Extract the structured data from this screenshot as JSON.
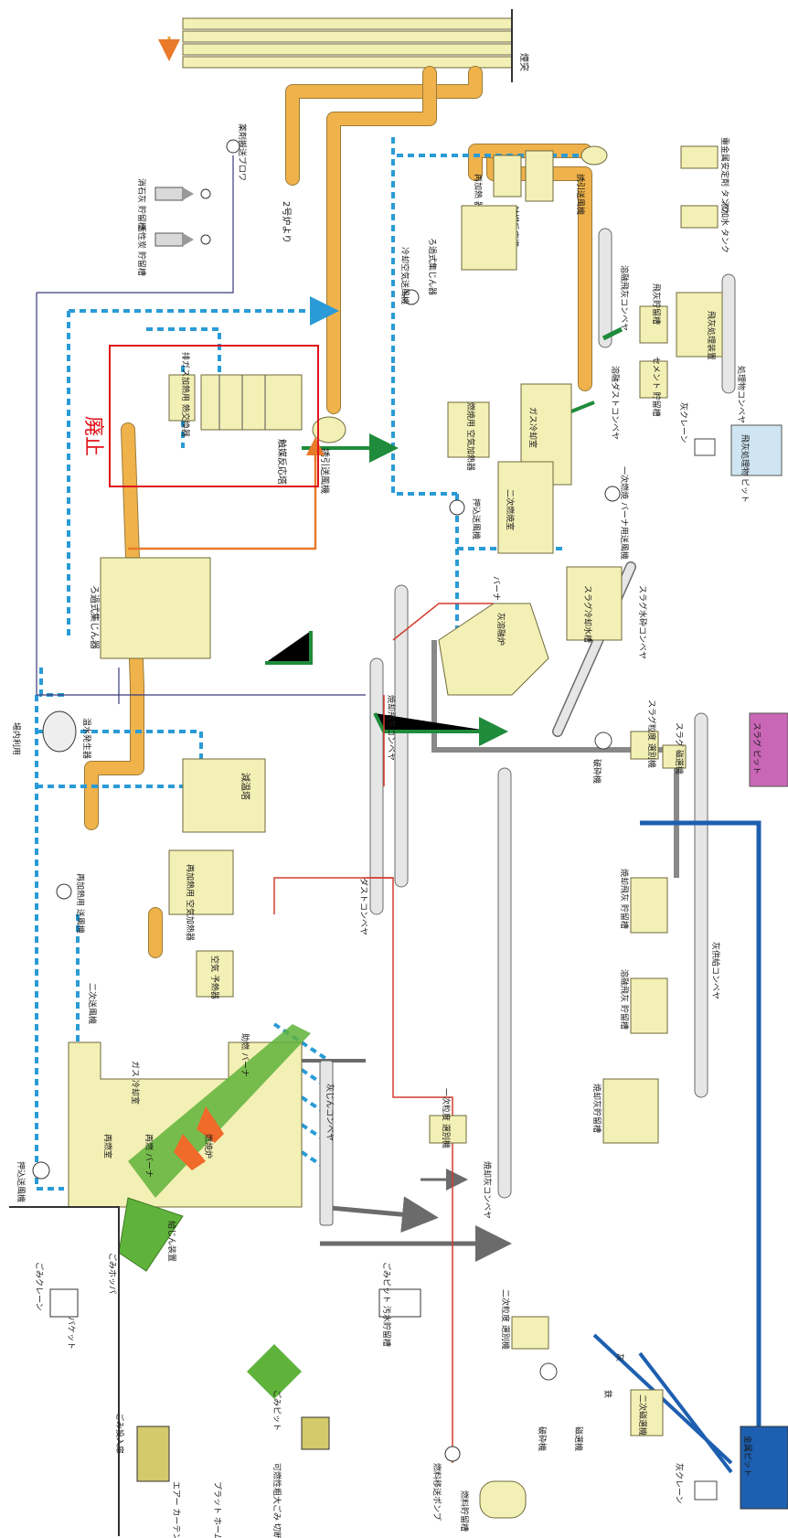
{
  "note": {
    "text": "廃止",
    "color": "#e0131a"
  },
  "colors": {
    "gas_pipe": "#f0b24a",
    "air_dashed": "#2a9bd6",
    "equipment": "#f3f0b6",
    "dust_line": "#1f8b3b",
    "water_line": "#1d5fb0",
    "ash_line": "#6b6b6b",
    "fuel_line": "#d33b2f",
    "slag_pit": "#c966b5",
    "flame": "#f06a2a",
    "waste": "#5fb33a"
  },
  "labels": {
    "chimney": "煙突",
    "from_no2": "2号炉より",
    "catalyst_reactor": "触媒反応塔",
    "induced_fan": "誘引送風機",
    "reheater": "再加熱 器",
    "cooling_air_fan": "冷却空気送風機",
    "bag_filter": "ろ過式集じん器",
    "chem_blower": "薬剤搬送ブロワ",
    "activated_carbon_silo": "活性炭 貯留槽",
    "slaked_lime_silo": "消石灰 貯留槽",
    "exhaust_hx": "排ガス加熱用 熱交換器",
    "plant_use": "場内利用",
    "hot_water_gen": "温水発生器",
    "reheat_air_heater": "再加熱用 空気加熱器",
    "reheat_fan": "再加熱用 送風機",
    "cooling_tower": "減温塔",
    "dust_conveyor": "ダストコンベヤ",
    "fly_ash_conveyor": "焼却飛灰コンベヤ",
    "air_preheater": "空気 予熱器",
    "secondary_fan": "二次送風機",
    "gas_cooling_room": "ガス 冷却室",
    "reburn_burner": "再燃 バーナ",
    "reburn_room": "再燃室",
    "stoker": "燃焼炉",
    "aux_burner": "助燃 バーナ",
    "feeder": "給じん装置",
    "ash_conveyor": "灰じんコンベヤ",
    "push_fan": "押込送風機",
    "waste_hopper": "ごみホッパ",
    "waste_crane": "ごみクレーン",
    "bucket": "バケット",
    "waste_pit": "ごみピット",
    "pit_sewage": "ごみピット 汚水貯留槽",
    "waste_entrance": "ごみ投入扉",
    "air_curtain": "エアー カーテン",
    "platform": "プラット ホーム",
    "bulky_shredder": "可燃性粗大ごみ 切断機",
    "fuel_pump": "燃料移送ポンプ",
    "fuel_tank": "燃料貯留槽",
    "primary_sorter": "一次粒度 選別機",
    "incin_ash_conveyor": "焼却灰コンベヤ",
    "secondary_sorter": "二次粒度 選別機",
    "crusher": "破砕機",
    "magnetic_sep": "磁選機",
    "iron": "鉄",
    "ash": "灰",
    "second_mag": "二次磁選機",
    "metal_pit": "金属ピット",
    "ash_crane": "灰クレーン",
    "incin_ash_silo": "焼却灰貯留槽",
    "melt_fly_silo": "溶融飛灰 貯留槽",
    "incin_fly_silo": "焼却飛灰 貯留槽",
    "ash_feed_conveyor": "灰供給コンベヤ",
    "crusher2": "破砕機",
    "slag_sorter": "スラグ粒度 選別機",
    "slag_magnetic": "スラグ 磁選機",
    "slag_pit": "スラグ ピット",
    "slag_conveyor": "スラグ水砕コンベヤ",
    "slag_cooler": "スラグ冷却水槽",
    "melt_furnace": "灰溶融炉",
    "burner": "バーナ",
    "push_fan2": "押込送風機",
    "secondary_combust": "二次燃焼室",
    "air_preheat2": "空気予熱器",
    "gas_cooler2": "ガス冷却室",
    "primary_burner_fan": "一次燃焼 バーナ用送風機",
    "combustion_air_heater": "燃焼用 空気加熱器",
    "melt_dust_conveyor": "溶融ダストコンベヤ",
    "cement_silo": "セメント 貯留槽",
    "fly_ash_silo": "飛灰貯留槽",
    "fly_ash_treat": "飛灰処理装置",
    "melt_fly_conveyor": "溶融飛灰コンベヤ",
    "water_tank": "添加水 タンク",
    "chelate_tank": "重金属安定剤 タンク",
    "treated_conveyor": "処理物コンベヤ",
    "treated_pit": "飛灰処理物 ピット",
    "ash_crane2": "灰クレーン",
    "bag_filter2": "ろ過式集じん器"
  }
}
